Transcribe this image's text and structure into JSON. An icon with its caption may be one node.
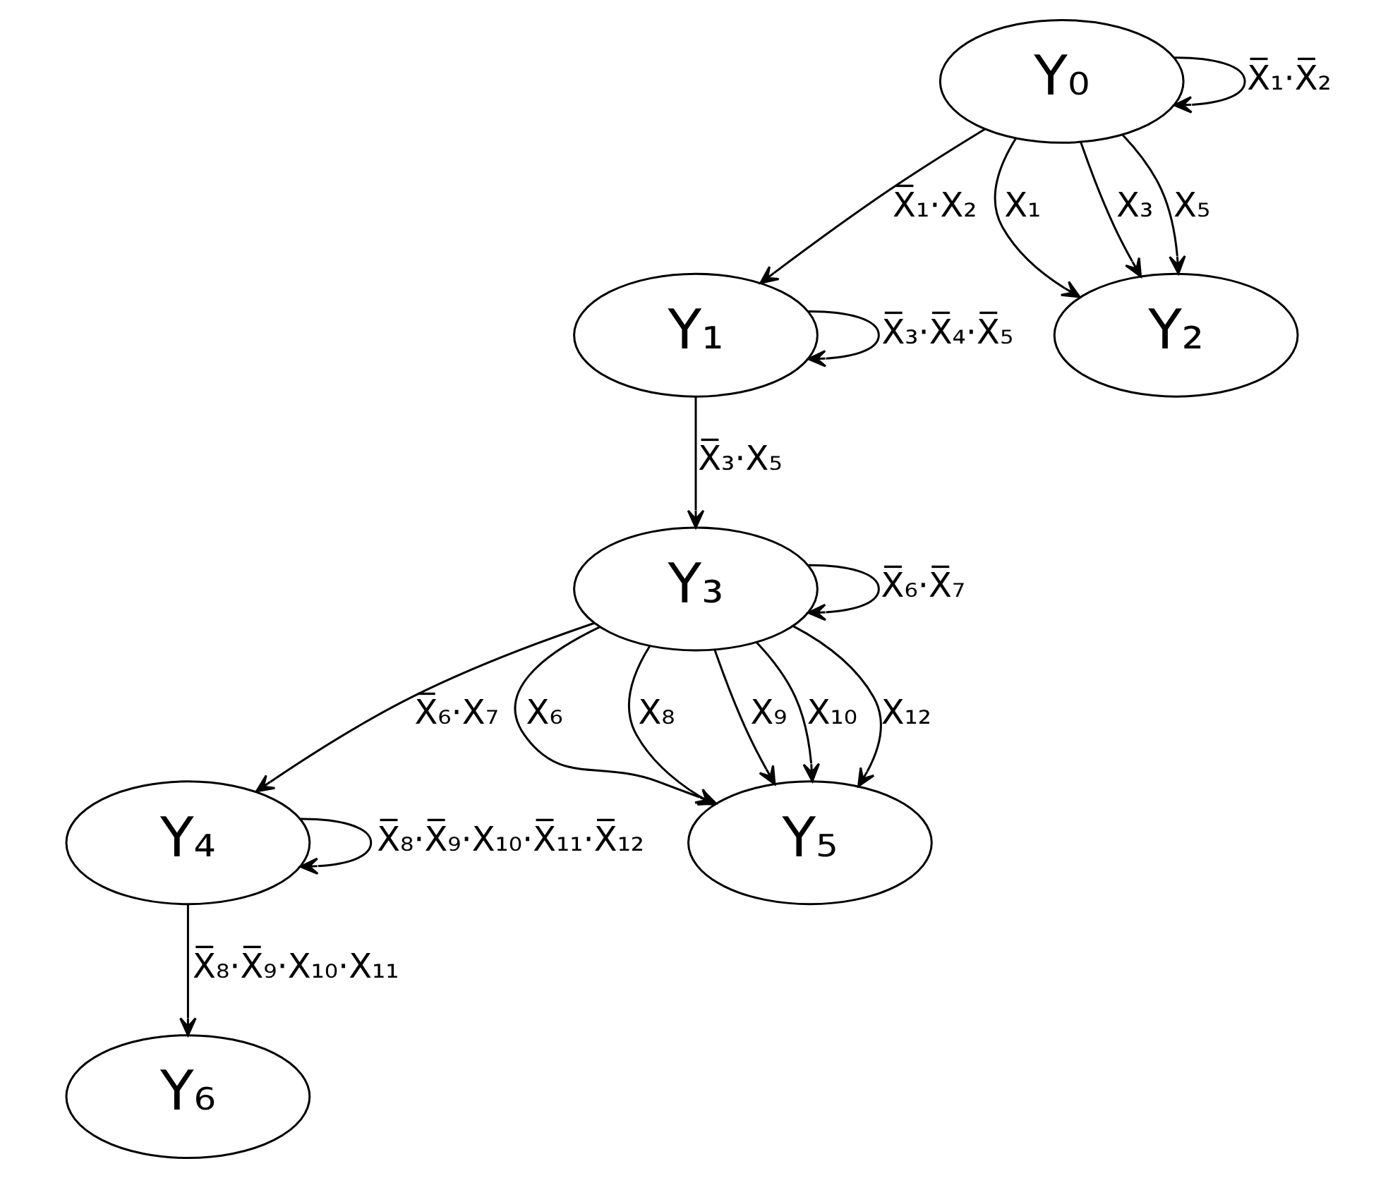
{
  "diagram": {
    "nodes": [
      {
        "text": [
          "Y₀"
        ]
      },
      {
        "text": [
          "Y₁"
        ]
      },
      {
        "text": [
          "Y₂"
        ]
      },
      {
        "text": [
          "Y₃"
        ]
      },
      {
        "text": [
          "Y₄"
        ]
      },
      {
        "text": [
          "Y₅"
        ]
      },
      {
        "text": [
          "Y₆"
        ]
      }
    ],
    "edges": [
      {
        "from": 0,
        "to": 0,
        "arrow": "to",
        "label": "X̅₁·X̅₂"
      },
      {
        "from": 0,
        "to": 1,
        "arrow": "to",
        "label": "X̅₁·X₂"
      },
      {
        "from": 0,
        "to": 2,
        "arrow": "to",
        "label": "X₁"
      },
      {
        "from": 0,
        "to": 2,
        "arrow": "to",
        "label": "X₃"
      },
      {
        "from": 0,
        "to": 2,
        "arrow": "to",
        "label": "X₅"
      },
      {
        "from": 1,
        "to": 1,
        "arrow": "to",
        "label": "X̅₃·X̅₄·X̅₅"
      },
      {
        "from": 1,
        "to": 3,
        "arrow": "to",
        "label": "X̅₃·X₅"
      },
      {
        "from": 3,
        "to": 3,
        "arrow": "to",
        "label": "X̅₆·X̅₇"
      },
      {
        "from": 3,
        "to": 4,
        "arrow": "to",
        "label": "X̅₆·X₇"
      },
      {
        "from": 3,
        "to": 5,
        "arrow": "to",
        "label": "X₆"
      },
      {
        "from": 3,
        "to": 5,
        "arrow": "to",
        "label": "X₈"
      },
      {
        "from": 3,
        "to": 5,
        "arrow": "to",
        "label": "X₉"
      },
      {
        "from": 3,
        "to": 5,
        "arrow": "to",
        "label": "X₁₀"
      },
      {
        "from": 3,
        "to": 5,
        "arrow": "to",
        "label": "X₁₂"
      },
      {
        "from": 4,
        "to": 4,
        "arrow": "to",
        "label": "X̅₈·X̅₉·X₁₀·X̅₁₁·X̅₁₂"
      },
      {
        "from": 4,
        "to": 6,
        "arrow": "to",
        "label": "X̅₈·X̅₉·X₁₀·X₁₁"
      }
    ]
  }
}
